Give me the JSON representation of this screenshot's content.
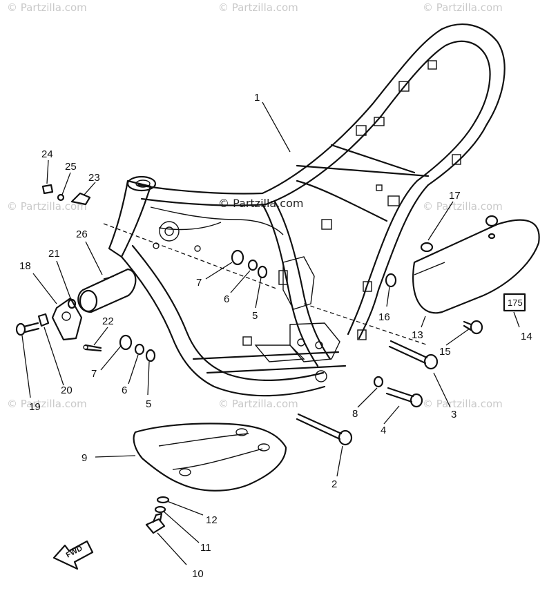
{
  "watermark": {
    "text": "© Partzilla.com",
    "center_text": "© Partzilla.com"
  },
  "fwd_label": "FWD",
  "plate_label": "175",
  "callouts": {
    "c1": "1",
    "c2": "2",
    "c3": "3",
    "c4": "4",
    "c5a": "5",
    "c5b": "5",
    "c6a": "6",
    "c6b": "6",
    "c7a": "7",
    "c7b": "7",
    "c8": "8",
    "c9": "9",
    "c10": "10",
    "c11": "11",
    "c12": "12",
    "c13": "13",
    "c14": "14",
    "c15": "15",
    "c16": "16",
    "c17": "17",
    "c18": "18",
    "c19": "19",
    "c20": "20",
    "c21": "21",
    "c22": "22",
    "c23": "23",
    "c24": "24",
    "c25": "25",
    "c26": "26"
  }
}
